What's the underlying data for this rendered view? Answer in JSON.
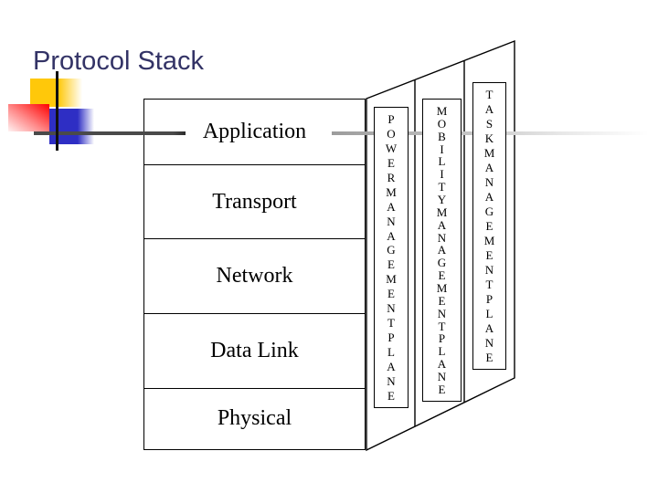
{
  "slide": {
    "title": "Protocol Stack",
    "background": "#FFFFFF",
    "title_color": "#333366",
    "accents": {
      "square_yellow": "#FFC80A",
      "square_red": "#FF0A0A",
      "square_blue": "#2E2EC4",
      "line_dark": "#4A4A4A",
      "line_light": "#9C9C9C",
      "outline_black": "#000000"
    }
  },
  "stack": {
    "layers": [
      "Application",
      "Transport",
      "Network",
      "Data Link",
      "Physical"
    ]
  },
  "planes": [
    {
      "label": "POWER MANAGEMENT PLANE"
    },
    {
      "label": "MOBILITY MANAGEMENT PLANE"
    },
    {
      "label": "TASK MANAGEMENT PLANE"
    }
  ]
}
